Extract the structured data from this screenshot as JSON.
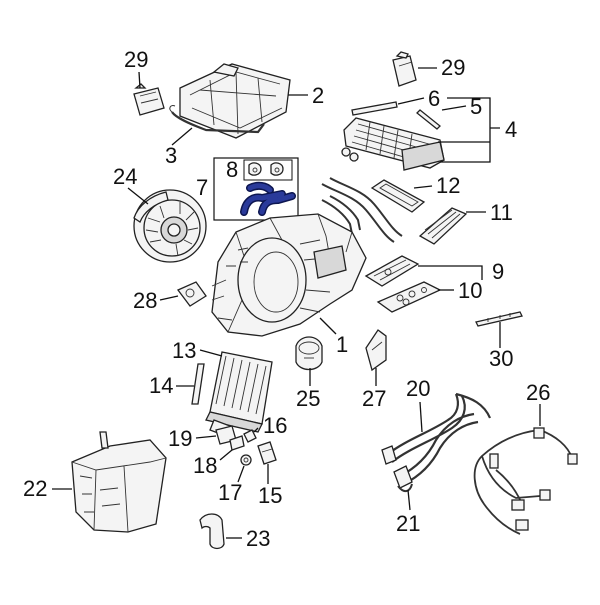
{
  "colors": {
    "highlight": "#2a3a9a",
    "highlight_outline": "#0d1650",
    "line": "#111111"
  },
  "callouts": {
    "c1": "1",
    "c2": "2",
    "c3": "3",
    "c4": "4",
    "c5": "5",
    "c6": "6",
    "c7": "7",
    "c8": "8",
    "c9": "9",
    "c10": "10",
    "c11": "11",
    "c12": "12",
    "c13": "13",
    "c14": "14",
    "c15": "15",
    "c16": "16",
    "c17": "17",
    "c18": "18",
    "c19": "19",
    "c20": "20",
    "c21": "21",
    "c22": "22",
    "c23": "23",
    "c24": "24",
    "c25": "25",
    "c26": "26",
    "c27": "27",
    "c28": "28",
    "c29a": "29",
    "c29b": "29",
    "c30": "30"
  },
  "highlighted_part": "7"
}
